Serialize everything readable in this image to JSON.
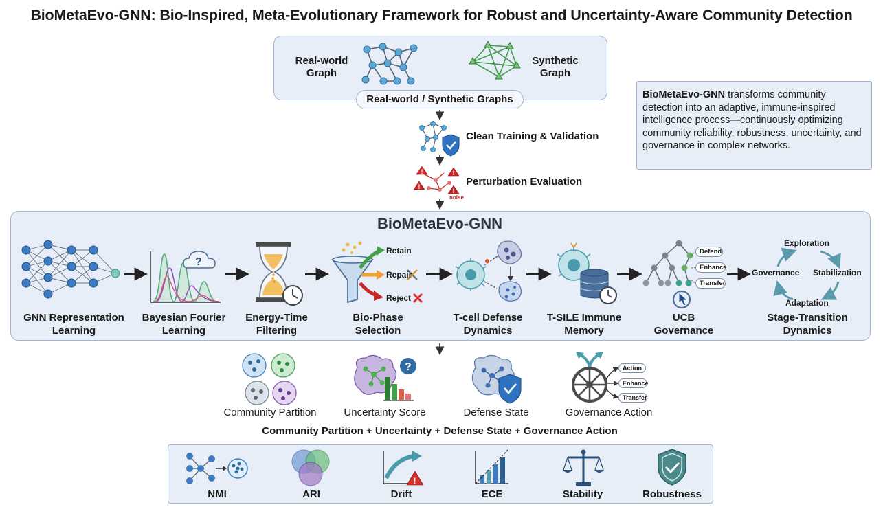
{
  "title": "BioMetaEvo-GNN: Bio-Inspired, Meta-Evolutionary Framework for Robust and Uncertainty-Aware Community Detection",
  "input": {
    "real_world_label": [
      "Real-world",
      "Graph"
    ],
    "synthetic_label": [
      "Synthetic",
      "Graph"
    ],
    "pill": "Real-world / Synthetic Graphs"
  },
  "description": {
    "bold": "BioMetaEvo-GNN",
    "text": " transforms community detection into an adaptive, immune-inspired intelligence process—continuously optimizing community reliability, robustness, uncertainty, and governance in complex networks."
  },
  "flow": {
    "clean": "Clean Training & Validation",
    "perturbation": "Perturbation Evaluation",
    "noise": "noise"
  },
  "framework": {
    "title": "BioMetaEvo-GNN",
    "stages": [
      {
        "l1": "GNN Representation",
        "l2": "Learning"
      },
      {
        "l1": "Bayesian Fourier",
        "l2": "Learning"
      },
      {
        "l1": "Energy-Time",
        "l2": "Filtering"
      },
      {
        "l1": "Bio-Phase",
        "l2": "Selection"
      },
      {
        "l1": "T-cell Defense",
        "l2": "Dynamics"
      },
      {
        "l1": "T-SILE Immune",
        "l2": "Memory"
      },
      {
        "l1": "UCB",
        "l2": "Governance"
      },
      {
        "l1": "Stage-Transition",
        "l2": "Dynamics"
      }
    ],
    "selection": [
      "Retain",
      "Repair",
      "Reject"
    ],
    "ucb_tags": [
      "Defend",
      "Enhance",
      "Transfer"
    ],
    "cycle": [
      "Exploration",
      "Stabilization",
      "Adaptation",
      "Governance"
    ]
  },
  "outputs": {
    "items": [
      "Community Partition",
      "Uncertainty Score",
      "Defense State",
      "Governance Action"
    ],
    "action_tags": [
      "Action",
      "Enhance",
      "Transfer"
    ],
    "summary": "Community Partition + Uncertainty + Defense State + Governance Action"
  },
  "metrics": [
    "NMI",
    "ARI",
    "Drift",
    "ECE",
    "Stability",
    "Robustness"
  ],
  "colors": {
    "panel": "#e8eef7",
    "border": "#9fb4cf",
    "node_blue": "#4a7fb8",
    "node_teal": "#2e9a8f",
    "green": "#43a047",
    "red": "#c62828",
    "orange": "#f0a030"
  }
}
